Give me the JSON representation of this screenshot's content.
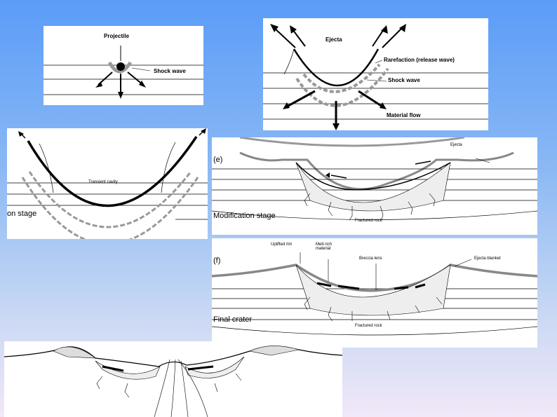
{
  "panel_a": {
    "projectile": "Projectile",
    "shock_wave": "Shock wave"
  },
  "panel_b": {
    "ejecta": "Ejecta",
    "rarefaction": "Rarefaction (release wave)",
    "shock_wave": "Shock wave",
    "material_flow": "Material flow"
  },
  "panel_c": {
    "transient_cavity": "Transient cavity",
    "stage": "on stage"
  },
  "panel_e": {
    "letter": "(e)",
    "ejecta": "Ejecta",
    "stage": "Modification stage",
    "fractured": "Fractured rock"
  },
  "panel_f": {
    "letter": "(f)",
    "uplifted_rim": "Uplifted rim",
    "melt_rich": "Melt-rich material",
    "breccia": "Breccia lens",
    "ejecta_blanket": "Ejecta blanket",
    "stage": "Final crater",
    "fractured": "Fractured rock"
  },
  "colors": {
    "background_top": "#5a9cf8",
    "background_bottom": "#f2e8f8",
    "shock_gray": "#888888"
  }
}
